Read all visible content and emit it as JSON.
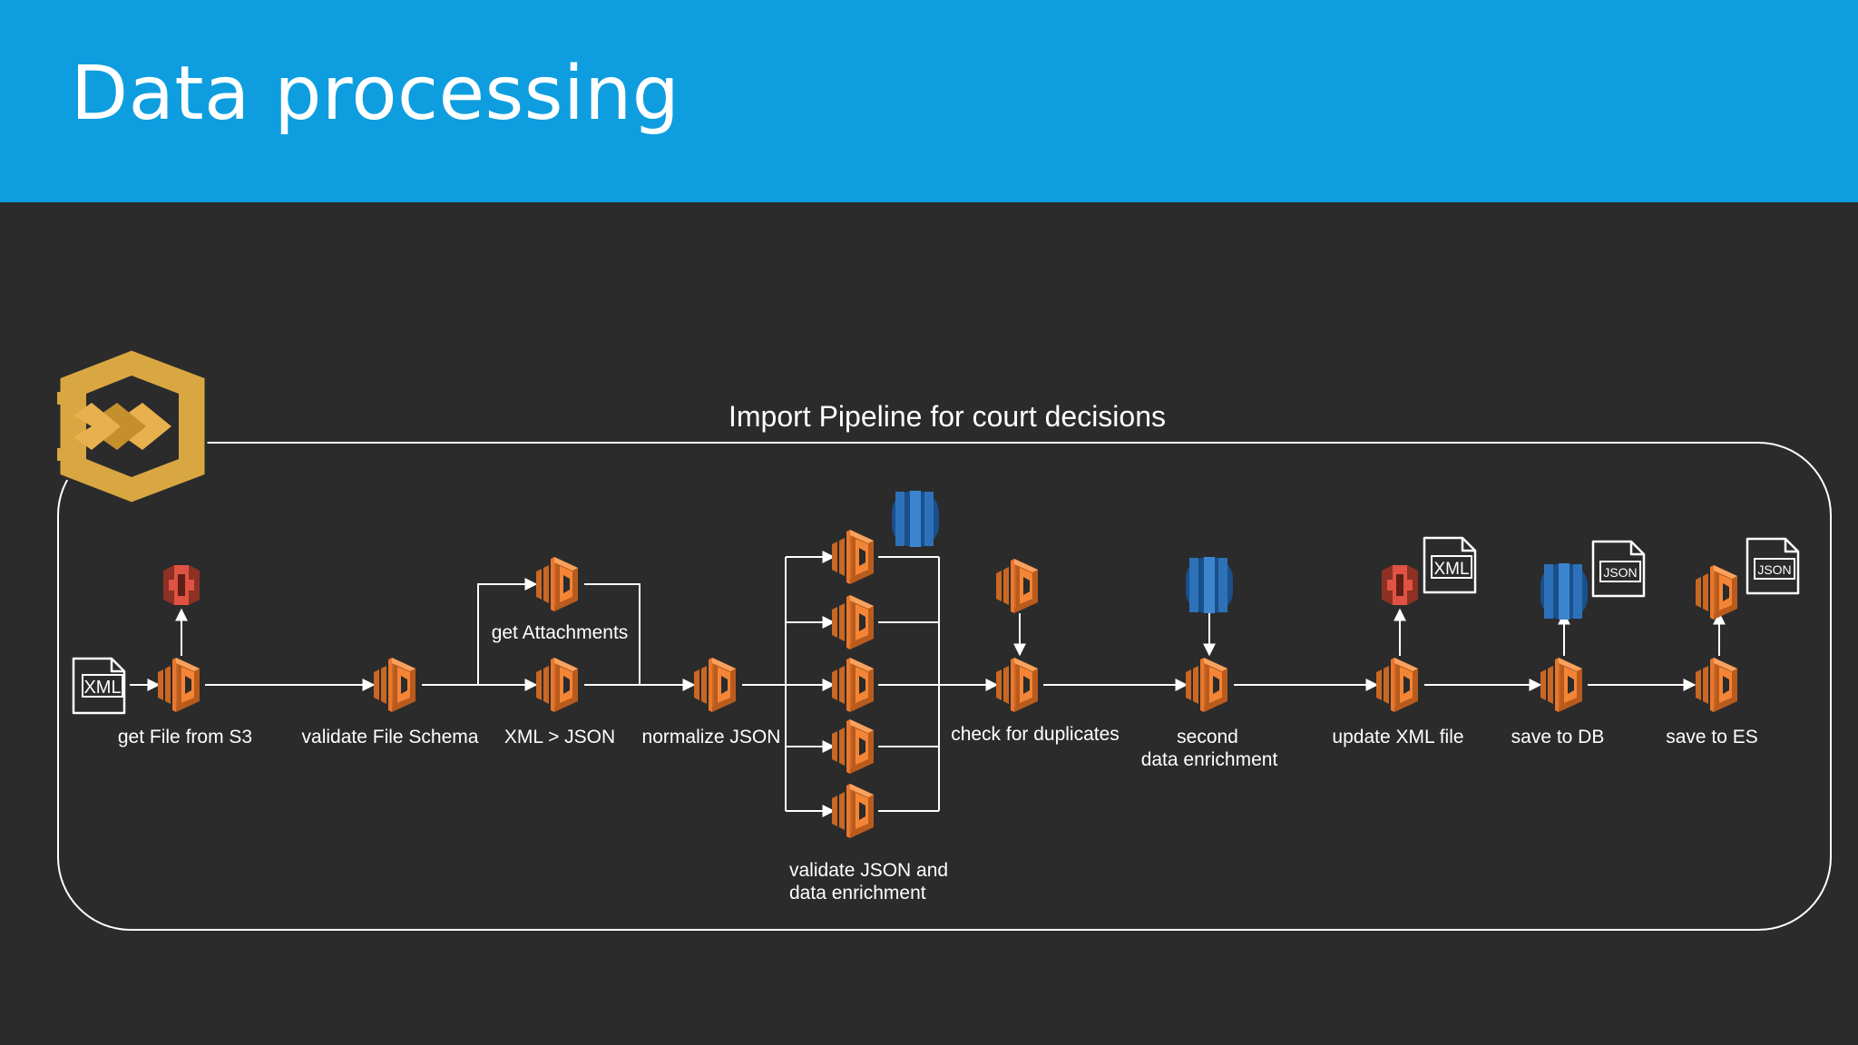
{
  "slide": {
    "title": "Data processing"
  },
  "pipeline": {
    "title": "Import Pipeline for court decisions",
    "steps": [
      {
        "label": "get File from S3"
      },
      {
        "label": "validate File Schema"
      },
      {
        "label": "get Attachments"
      },
      {
        "label": "XML > JSON"
      },
      {
        "label": "normalize JSON"
      },
      {
        "label_line1": "validate JSON and",
        "label_line2": "data enrichment"
      },
      {
        "label": "check for duplicates"
      },
      {
        "label_line1": "second",
        "label_line2": "data enrichment"
      },
      {
        "label": "update XML file"
      },
      {
        "label": "save to DB"
      },
      {
        "label": "save to ES"
      }
    ],
    "files": {
      "xml": "XML",
      "json": "JSON"
    }
  },
  "icons": {
    "step_functions": "step-functions-icon",
    "lambda": "lambda-icon",
    "s3": "s3-bucket-icon",
    "database": "database-icon",
    "file": "file-document-icon"
  },
  "colors": {
    "header": "#0e9ee0",
    "background": "#2b2b2c",
    "lambda_orange": "#f58536",
    "s3_red": "#e05243",
    "db_blue": "#2d72b8",
    "step_functions_gold": "#d9a741"
  }
}
